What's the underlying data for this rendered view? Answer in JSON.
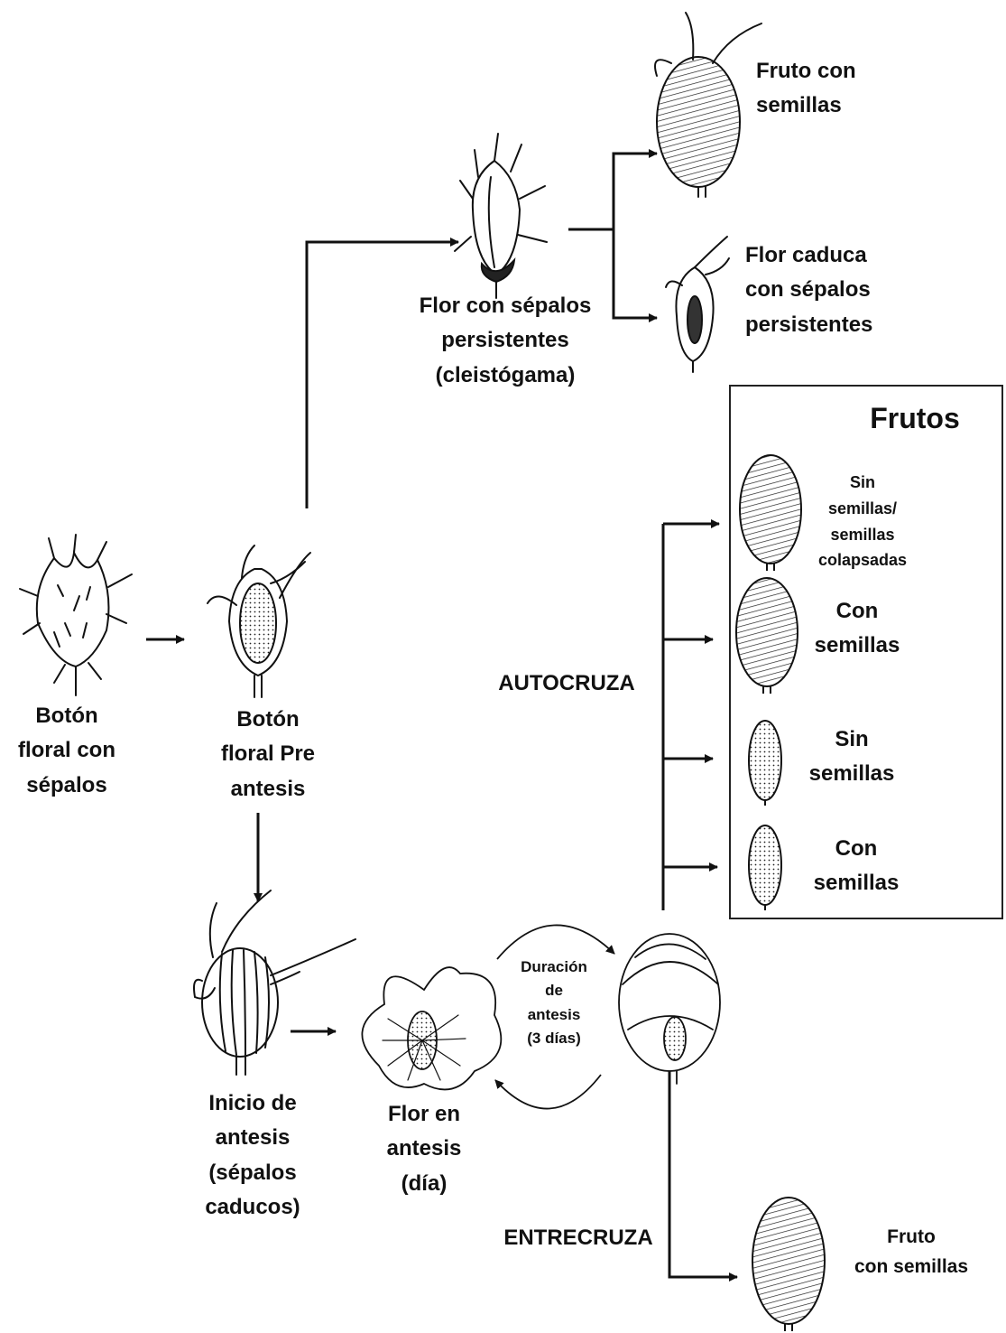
{
  "labels": {
    "fruto_con_semillas_top": "Fruto con\nsemillas",
    "flor_caduca": "Flor caduca\ncon sépalos\npersistentes",
    "flor_cleistogama": "Flor con sépalos\npersistentes\n(cleistógama)",
    "boton_floral_sepalos": "Botón\nfloral con\nsépalos",
    "boton_floral_preantesis": "Botón\nfloral Pre\nantesis",
    "inicio_antesis": "Inicio de\nantesis\n(sépalos\ncaducos)",
    "flor_en_antesis": "Flor en\nantesis\n(día)",
    "duracion_antesis": "Duración\nde\nantesis\n(3 días)",
    "autocruza": "AUTOCRUZA",
    "entrecruza": "ENTRECRUZA",
    "fruto_con_semillas_bottom": "Fruto\ncon semillas"
  },
  "frutos_box": {
    "title": "Frutos",
    "items": [
      "Sin\nsemillas/\nsemillas\ncolapsadas",
      "Con\nsemillas",
      "Sin\nsemillas",
      "Con\nsemillas"
    ]
  },
  "colors": {
    "ink": "#111111",
    "background": "#ffffff"
  }
}
